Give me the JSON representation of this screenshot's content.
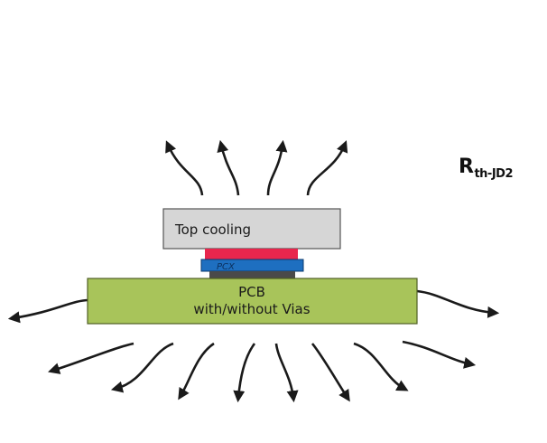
{
  "labels": {
    "top_cooling": "Top cooling",
    "pcx": "PCX",
    "pcb_line1": "PCB",
    "pcb_line2": "with/without Vias",
    "resistance_main": "R",
    "resistance_sub": "th-JD2"
  },
  "colors": {
    "top_cooling_fill": "#d6d6d6",
    "die_red": "#e8264d",
    "pcx_blue": "#1e6fc0",
    "base_dark": "#4a4a4a",
    "pcb_green": "#a8c45a",
    "arrow": "#1a1a1a"
  }
}
